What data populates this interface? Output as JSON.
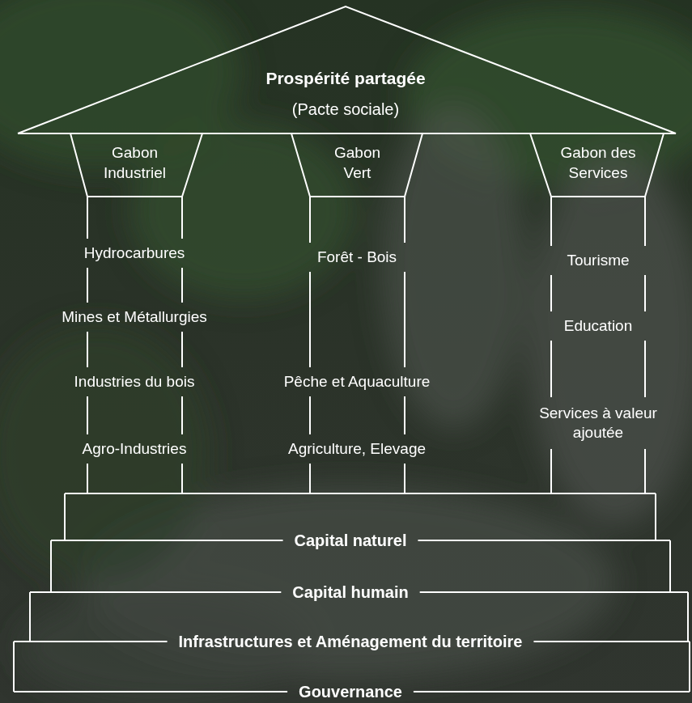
{
  "diagram": {
    "nodes": [
      {
        "text": [
          "Prospérité partagée",
          "(Pacte sociale)"
        ]
      },
      {
        "text": [
          "Gabon Industriel"
        ]
      },
      {
        "text": [
          "Gabon Vert"
        ]
      },
      {
        "text": [
          "Gabon des Services"
        ]
      },
      {
        "text": [
          "Capital naturel"
        ]
      },
      {
        "text": [
          "Capital humain"
        ]
      },
      {
        "text": [
          "Infrastructures et Aménagement du territoire"
        ]
      },
      {
        "text": [
          "Gouvernance"
        ]
      }
    ],
    "labels": [
      "Hydrocarbures",
      "Mines et Métallurgies",
      "Industries du bois",
      "Agro-Industries",
      "Forêt - Bois",
      "Pêche et Aquaculture",
      "Agriculture, Elevage",
      "Tourisme",
      "Education",
      "Services à valeur ajoutée"
    ]
  }
}
